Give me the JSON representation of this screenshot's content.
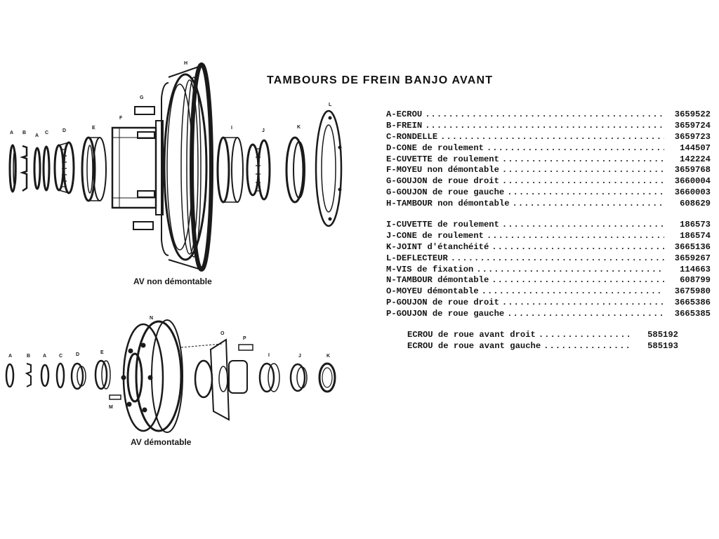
{
  "title": "TAMBOURS DE FREIN BANJO AVANT",
  "parts_group_1": [
    {
      "label": "A-ECROU",
      "ref": "3659522"
    },
    {
      "label": "B-FREIN",
      "ref": "3659724"
    },
    {
      "label": "C-RONDELLE",
      "ref": "3659723"
    },
    {
      "label": "D-CONE de roulement",
      "ref": "144507"
    },
    {
      "label": "E-CUVETTE de roulement",
      "ref": "142224"
    },
    {
      "label": "F-MOYEU non démontable",
      "ref": "3659768"
    },
    {
      "label": "G-GOUJON de roue droit",
      "ref": "3660004"
    },
    {
      "label": "G-GOUJON de roue gauche",
      "ref": "3660003"
    },
    {
      "label": "H-TAMBOUR non démontable",
      "ref": "608629"
    }
  ],
  "parts_group_2": [
    {
      "label": "I-CUVETTE de roulement",
      "ref": "186573"
    },
    {
      "label": "J-CONE de roulement",
      "ref": "186574"
    },
    {
      "label": "K-JOINT d'étanchéité",
      "ref": "3665136"
    },
    {
      "label": "L-DEFLECTEUR",
      "ref": "3659267"
    },
    {
      "label": "M-VIS de fixation",
      "ref": "114663"
    },
    {
      "label": "N-TAMBOUR démontable",
      "ref": "608799"
    },
    {
      "label": "O-MOYEU démontable",
      "ref": "3675980"
    },
    {
      "label": "P-GOUJON de roue droit",
      "ref": "3665386"
    },
    {
      "label": "P-GOUJON de roue gauche",
      "ref": "3665385"
    }
  ],
  "parts_group_3": [
    {
      "label": "ECROU de roue avant droit",
      "ref": "585192"
    },
    {
      "label": "ECROU de roue avant gauche",
      "ref": "585193"
    }
  ],
  "diagram_top": {
    "caption": "AV non démontable",
    "labels": [
      "A",
      "B",
      "C",
      "A",
      "D",
      "E",
      "F",
      "G",
      "H",
      "I",
      "J",
      "K",
      "L"
    ]
  },
  "diagram_bottom": {
    "caption": "AV démontable",
    "labels": [
      "A",
      "B",
      "A",
      "C",
      "D",
      "E",
      "N",
      "M",
      "O",
      "P",
      "I",
      "J",
      "K"
    ]
  }
}
